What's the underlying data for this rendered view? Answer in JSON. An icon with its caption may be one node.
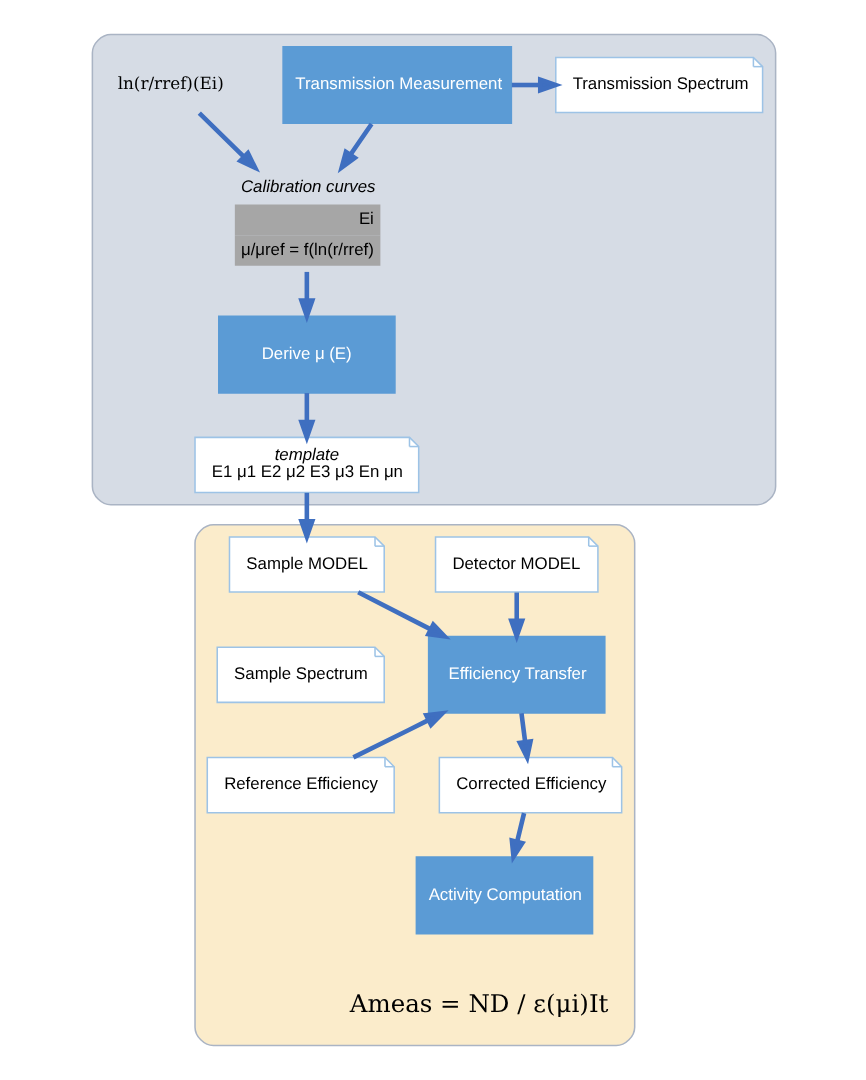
{
  "diagram": {
    "nodes": [
      {
        "text": [],
        "shape": "box"
      },
      {
        "text": [],
        "shape": "box"
      },
      {
        "text": [
          "Transmission Measurement"
        ],
        "in": 0
      },
      {
        "text": [
          "Transmission Spectrum"
        ],
        "in": 0
      },
      {
        "text": [
          "ln(r/rref)(Ei)"
        ],
        "in": 0
      },
      {
        "text": [
          "Calibration curves",
          "Ei",
          "μ/μref = f(ln(r/rref)"
        ],
        "in": 0
      },
      {
        "text": [
          "Derive μ (E)"
        ],
        "in": 0
      },
      {
        "text": [
          "template",
          "E1 μ1 E2 μ2 E3 μ3 En μn"
        ],
        "in": 0
      },
      {
        "text": [
          "Sample MODEL"
        ],
        "in": 1
      },
      {
        "text": [
          "Detector MODEL"
        ],
        "in": 1
      },
      {
        "text": [
          "Sample Spectrum"
        ],
        "in": 1
      },
      {
        "text": [
          "Efficiency Transfer"
        ],
        "in": 1
      },
      {
        "text": [
          "Reference Efficiency"
        ],
        "in": 1
      },
      {
        "text": [
          "Corrected Efficiency"
        ],
        "in": 1
      },
      {
        "text": [
          "Activity Computation"
        ],
        "in": 1
      }
    ],
    "edges": [
      {
        "from": 2,
        "to": 3,
        "arrow": "to"
      },
      {
        "from": 2,
        "to": 5,
        "arrow": "to"
      },
      {
        "from": 4,
        "to": 5,
        "arrow": "to"
      },
      {
        "from": 5,
        "to": 6,
        "arrow": "to"
      },
      {
        "from": 6,
        "to": 7,
        "arrow": "to"
      },
      {
        "from": 7,
        "to": 8,
        "arrow": "to"
      },
      {
        "from": 8,
        "to": 11,
        "arrow": "to"
      },
      {
        "from": 12,
        "to": 11,
        "arrow": "to"
      },
      {
        "from": 9,
        "to": 11,
        "arrow": "to"
      },
      {
        "from": 11,
        "to": 13,
        "arrow": "to"
      },
      {
        "from": 13,
        "to": 14,
        "arrow": "to"
      }
    ],
    "labels": [
      "Ameas = ND / ε(μi)It"
    ]
  }
}
